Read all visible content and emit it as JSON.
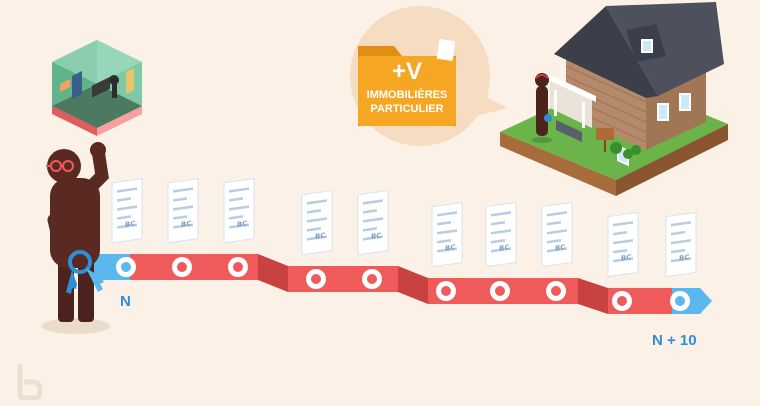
{
  "folder": {
    "headline": "+V",
    "line1": "IMMOBILIÈRES",
    "line2": "PARTICULIER"
  },
  "timeline": {
    "start_label": "N",
    "end_label": "N + 10"
  },
  "document": {
    "stamp": "BC"
  },
  "colors": {
    "background": "#fbf1e6",
    "ribbon": "#ef5b5b",
    "ribbon_shadow": "#c94242",
    "ribbon_blue": "#5bb8ef",
    "label_blue": "#2f8fd6",
    "folder": "#f5a623",
    "bubble": "#f6dcc1",
    "person": "#5a2a22"
  }
}
